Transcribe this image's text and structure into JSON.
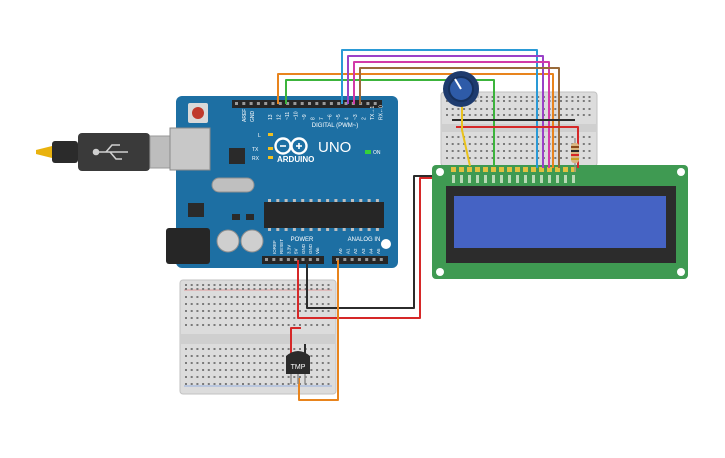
{
  "arduino": {
    "brand": "ARDUINO",
    "model": "UNO",
    "digital_header": "DIGITAL (PWM~)",
    "power_header": "POWER",
    "analog_header": "ANALOG IN",
    "led_l": "L",
    "led_tx": "TX",
    "led_rx": "RX",
    "on_label": "ON",
    "aref": "AREF",
    "gnd": "GND",
    "digital_pins": [
      "13",
      "12",
      "~11",
      "~10",
      "~9",
      "8",
      "7",
      "~6",
      "~5",
      "4",
      "~3",
      "2",
      "TX→1",
      "RX←0"
    ],
    "power_pins": [
      "IOREF",
      "RESET",
      "3.3V",
      "5V",
      "GND",
      "GND",
      "Vin"
    ],
    "analog_pins": [
      "A0",
      "A1",
      "A2",
      "A3",
      "A4",
      "A5"
    ]
  },
  "sensor": {
    "label": "TMP"
  },
  "colors": {
    "board": "#1d6fa3",
    "lcd_pcb": "#3f9a52",
    "lcd_screen": "#4563c4",
    "orange_wire": "#e8841d",
    "green_wire": "#3cb43c",
    "blue_wire": "#2a9ad6",
    "purple_wire": "#9a42c8",
    "magenta_wire": "#d23aa8",
    "brown_wire": "#9a6a3a",
    "red_wire": "#d62828",
    "black_wire": "#2b2b2b",
    "yellow_wire": "#e9c21c"
  }
}
